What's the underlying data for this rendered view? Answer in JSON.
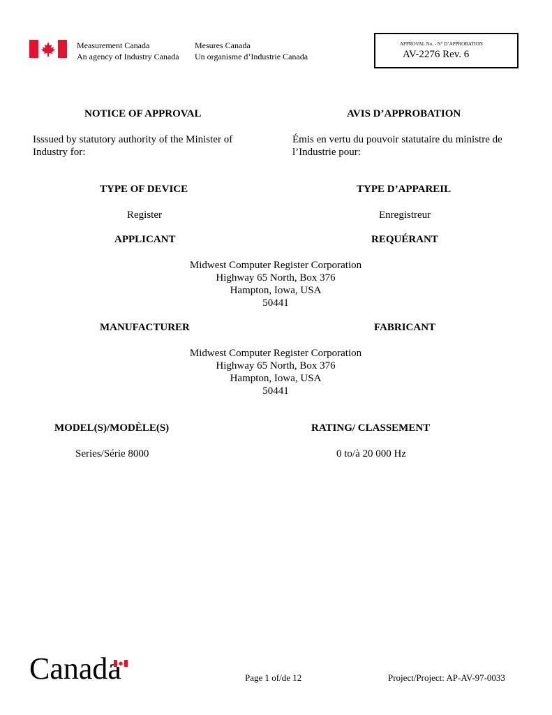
{
  "header": {
    "agency_en": "Measurement Canada",
    "agency_fr": "Mesures Canada",
    "parent_en": "An agency of Industry Canada",
    "parent_fr": "Un organisme d’Industrie Canada",
    "approval_label": "APPROVAL No. - N° D’APPROBATION",
    "approval_number": "AV-2276 Rev. 6",
    "flag_icon": "canada-flag-icon",
    "colors": {
      "flag_red": "#e8112d"
    }
  },
  "notice": {
    "title_en": "NOTICE OF APPROVAL",
    "title_fr": "AVIS D’APPROBATION",
    "issued_en": "Isssued by statutory authority of the Minister of Industry for:",
    "issued_fr": "Émis en vertu du pouvoir statutaire du ministre de l’Industrie pour:"
  },
  "device": {
    "label_en": "TYPE OF DEVICE",
    "label_fr": "TYPE D’APPAREIL",
    "value_en": "Register",
    "value_fr": "Enregistreur"
  },
  "applicant": {
    "label_en": "APPLICANT",
    "label_fr": "REQUÉRANT",
    "lines": [
      "Midwest Computer Register Corporation",
      "Highway 65 North, Box 376",
      "Hampton, Iowa, USA",
      "50441"
    ]
  },
  "manufacturer": {
    "label_en": "MANUFACTURER",
    "label_fr": "FABRICANT",
    "lines": [
      "Midwest Computer Register Corporation",
      "Highway 65 North, Box 376",
      "Hampton, Iowa, USA",
      "50441"
    ]
  },
  "model": {
    "label": "MODEL(S)/MODÈLE(S)",
    "value": "Series/Série 8000"
  },
  "rating": {
    "label": "RATING/ CLASSEMENT",
    "value": "0 to/à 20 000 Hz"
  },
  "footer": {
    "wordmark": "Canada",
    "page": "Page 1 of/de 12",
    "project": "Project/Project: AP-AV-97-0033"
  }
}
